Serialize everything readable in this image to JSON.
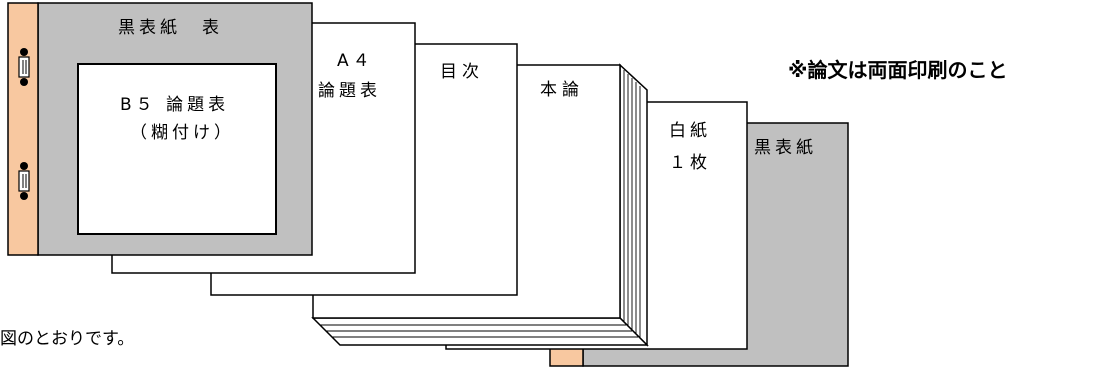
{
  "diagram": {
    "colors": {
      "cover_gray": "#c0c0c0",
      "spine_orange": "#f8c8a0",
      "line": "#000000",
      "page_white": "#ffffff"
    },
    "layers": {
      "black_cover_front": {
        "label": "黒表紙　表"
      },
      "b5_title_sheet": {
        "label": "B５ 論題表",
        "sublabel": "（糊付け）"
      },
      "a4_title_sheet": {
        "label_line1": "A４",
        "label_line2": "論題表"
      },
      "table_of_contents": {
        "label": "目次"
      },
      "main_body": {
        "label": "本論"
      },
      "blank_sheet": {
        "label_line1": "白紙",
        "label_line2": "１枚"
      },
      "black_cover_back": {
        "label": "黒表紙"
      }
    },
    "binding": {
      "ring_icons": [
        "binder-clip-icon",
        "binder-clip-icon"
      ]
    },
    "note": "※論文は両面印刷のこと",
    "caption": "図のとおりです。"
  }
}
